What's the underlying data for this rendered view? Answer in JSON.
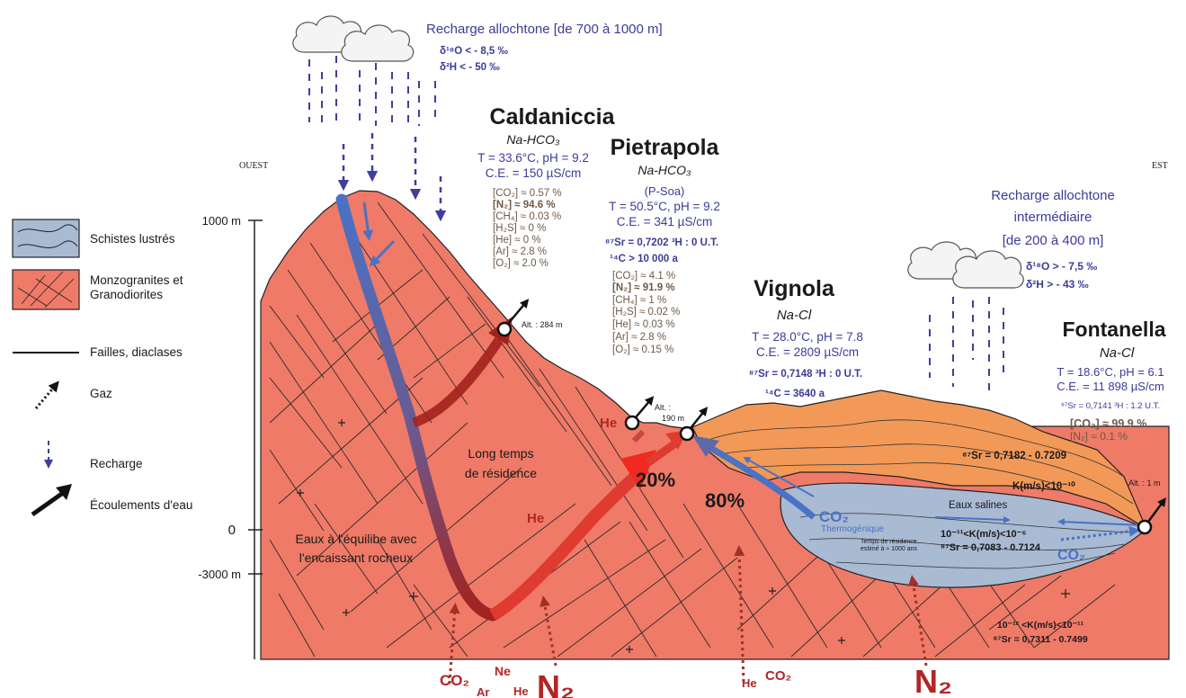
{
  "orientation": {
    "west": "OUEST",
    "east": "EST"
  },
  "altitude_scale": {
    "top": "1000 m",
    "zero": "0",
    "bottom": "-3000 m"
  },
  "legend": {
    "schistes": "Schistes lustrés",
    "monzo_1": "Monzogranites et",
    "monzo_2": "Granodiorites",
    "failles": "Failles, diaclases",
    "gaz": "Gaz",
    "recharge": "Recharge",
    "ecoulements": "Écoulements d'eau"
  },
  "recharge_high": {
    "title": "Recharge allochtone  [de 700 à 1000 m]",
    "d18o": "δ¹⁸O < - 8,5 ‰",
    "d2h": "δ²H < - 50 ‰"
  },
  "recharge_mid": {
    "line1": "Recharge allochtone",
    "line2": "intermédiaire",
    "line3": "[de 200 à 400 m]",
    "d18o": "δ¹⁸O > - 7,5 ‰",
    "d2h": "δ²H > - 43 ‰"
  },
  "caldaniccia": {
    "name": "Caldaniccia",
    "facies": "Na-HCO₃",
    "tph": "T = 33.6°C, pH = 9.2",
    "ce": "C.E. = 150 µS/cm",
    "gases": [
      "[CO₂] ≈ 0.57 %",
      "[N₂] ≈ 94.6 %",
      "[CH₄] ≈ 0.03 %",
      "[H₂S] ≈ 0 %",
      "[He] ≈ 0 %",
      "[Ar] ≈ 2.8 %",
      "[O₂] ≈ 2.0 %"
    ],
    "alt": "Alt. : 284 m"
  },
  "pietrapola": {
    "name": "Pietrapola",
    "facies": "Na-HCO₃",
    "sub": "(P-Soa)",
    "tph": "T = 50.5°C, pH = 9.2",
    "ce": "C.E. = 341 µS/cm",
    "iso": "⁸⁷Sr = 0,7202   ³H : 0 U.T.",
    "c14": "¹⁴C > 10 000 a",
    "gases": [
      "[CO₂] ≈ 4.1 %",
      "[N₂] ≈ 91.9 %",
      "[CH₄] ≈ 1 %",
      "[H₂S] ≈ 0.02 %",
      "[He] ≈ 0.03 %",
      "[Ar] ≈ 2.8 %",
      "[O₂] ≈ 0.15 %"
    ],
    "alt1": "Alt. :",
    "alt2": "190 m"
  },
  "vignola": {
    "name": "Vignola",
    "facies": "Na-Cl",
    "tph": "T = 28.0°C, pH = 7.8",
    "ce": "C.E. = 2809 µS/cm",
    "iso": "⁸⁷Sr = 0,7148   ³H : 0 U.T.",
    "c14": "¹⁴C = 3640 a"
  },
  "fontanella": {
    "name": "Fontanella",
    "facies": "Na-Cl",
    "tph": "T = 18.6°C, pH = 6.1",
    "ce": "C.E. = 11 898 µS/cm",
    "iso": "⁸⁷Sr = 0,7141   ³H : 1.2 U.T.",
    "co2": "[CO₂] ≈ 99.9 %",
    "n2": "[N₂] ≈ 0.1 %",
    "alt": "Alt. : 1 m"
  },
  "subsurface": {
    "long_temps_1": "Long temps",
    "long_temps_2": "de résidence",
    "equilibre_1": "Eaux à l'équilibe avec",
    "equilibre_2": "l'encaissant rocheux",
    "he1": "He",
    "he2": "He",
    "pct20": "20%",
    "pct80": "80%",
    "sr_sed": "⁸⁷Sr = 0,7182 - 0.7209",
    "k_sed": "K(m/s)<10⁻¹⁰",
    "eaux_salines": "Eaux salines",
    "co2_a": "CO₂",
    "thermo": "Thermogénique",
    "k_mid": "10⁻¹¹<K(m/s)<10⁻⁶",
    "temps_1": "Temps de résidence",
    "temps_2": "estimé à ≈ 1000 ans",
    "sr_mid": "⁸⁷Sr = 0,7083 - 0.7124",
    "co2_b": "CO₂",
    "k_deep": "10⁻¹² <K(m/s)<10⁻¹¹",
    "sr_deep": "⁸⁷Sr = 0,7311 - 0.7499"
  },
  "deep_gases": {
    "co2_1": "CO₂",
    "ar": "Ar",
    "ne": "Ne",
    "he_1": "He",
    "n2_1": "N₂",
    "he_2": "He",
    "co2_2": "CO₂",
    "n2_2": "N₂"
  },
  "colors": {
    "granite": "#ef7a68",
    "schist": "#a9bad3",
    "sediment": "#f29958",
    "blue_flow": "#4a72c6",
    "red_flow": "#a3221d",
    "gas": "#a33027",
    "text_purple": "#3b3b9a"
  }
}
